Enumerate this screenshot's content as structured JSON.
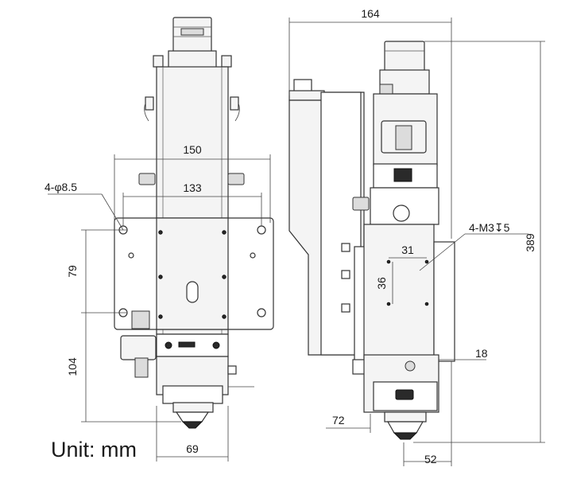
{
  "dimensions": {
    "front_width_outer": "150",
    "front_hole_spacing": "133",
    "front_hole_spec": "4-φ8.5",
    "front_vertical_hole_spacing": "79",
    "front_lower_height": "104",
    "front_nozzle_width": "69",
    "side_total_width": "164",
    "side_total_height": "389",
    "side_thread_spec": "4-M3↧5",
    "side_thread_h": "31",
    "side_thread_v": "36",
    "side_offset_18": "18",
    "side_offset_72": "72",
    "side_offset_52": "52"
  },
  "unit_label": "Unit: mm",
  "colors": {
    "line": "#333333",
    "dark_part": "#2a2a2a",
    "background": "#ffffff"
  }
}
